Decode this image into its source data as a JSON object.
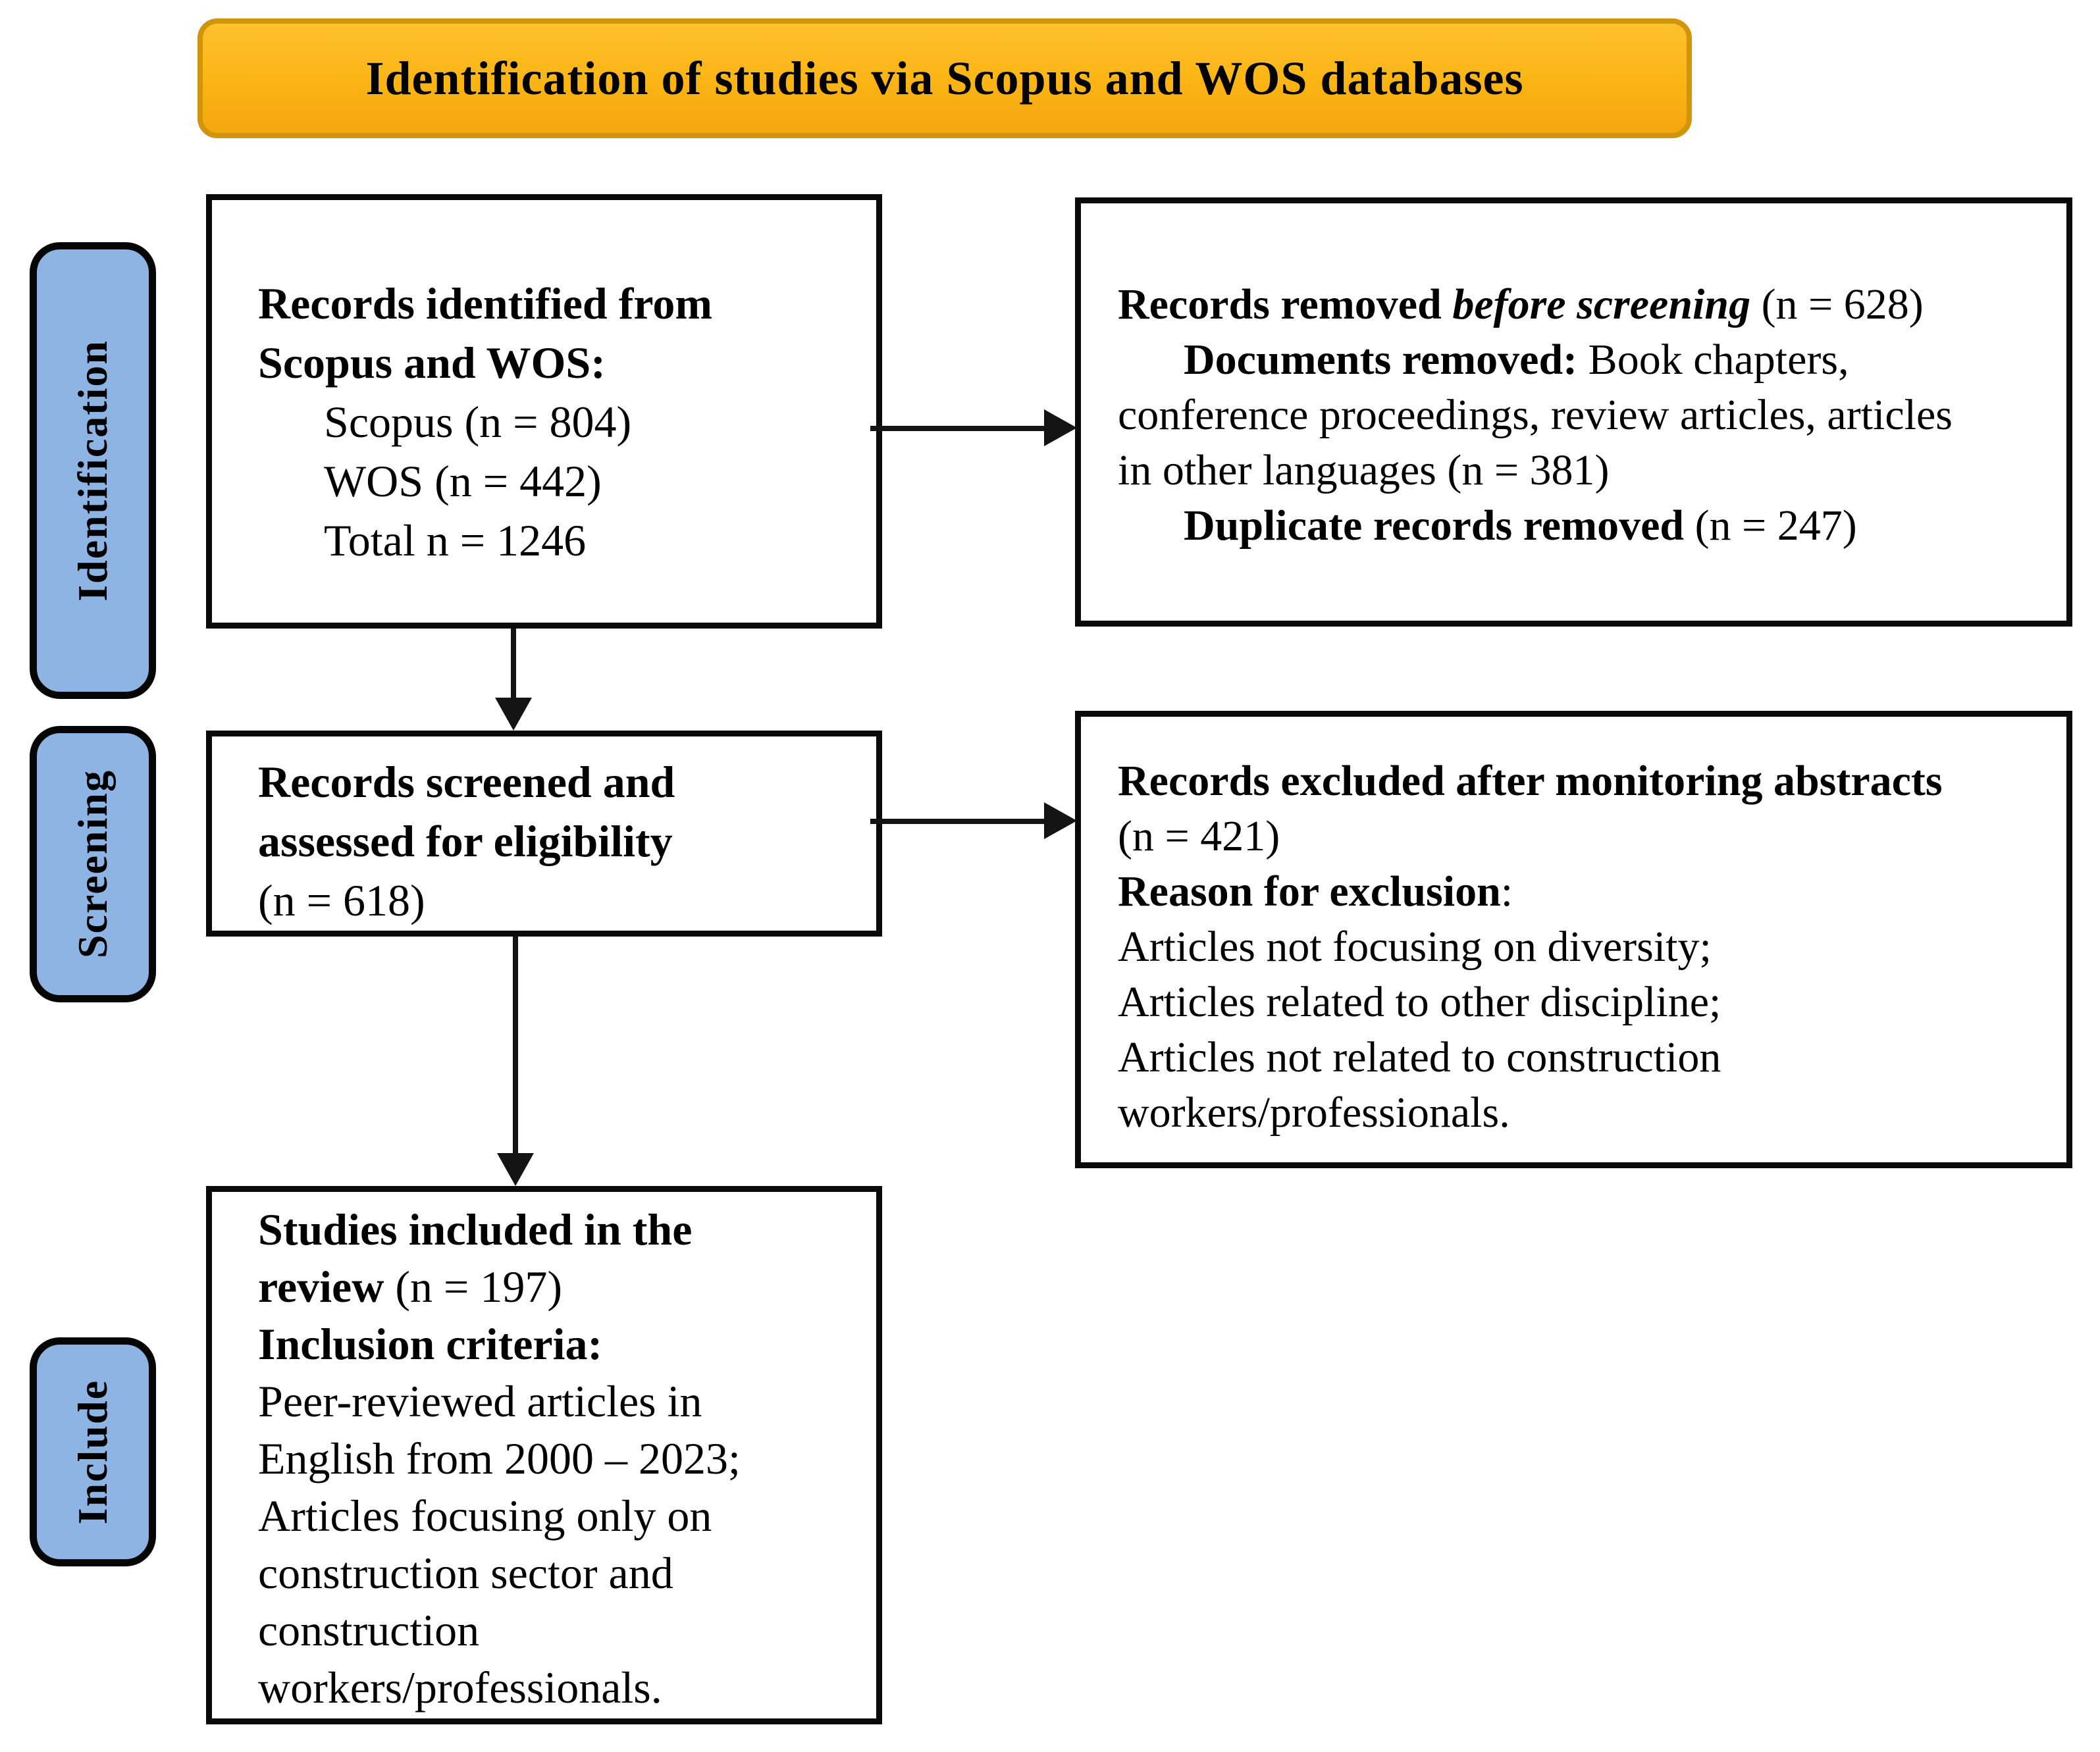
{
  "header": {
    "title": "Identification of studies via Scopus and WOS databases"
  },
  "sidebar": {
    "stages": [
      {
        "label": "Identification"
      },
      {
        "label": "Screening"
      },
      {
        "label": "Include"
      }
    ]
  },
  "colors": {
    "banner_fill": "#FBB414",
    "banner_border": "#D0950A",
    "stage_fill": "#8DB4E2",
    "box_border": "#0A0A0A",
    "arrow": "#141414",
    "background": "#FFFFFF"
  },
  "boxes": {
    "identified": {
      "lines": [
        {
          "seg": [
            {
              "t": "Records identified from",
              "b": true
            }
          ]
        },
        {
          "seg": [
            {
              "t": "Scopus and WOS:",
              "b": true
            }
          ]
        },
        {
          "indent": true,
          "seg": [
            {
              "t": "Scopus (n = 804)"
            }
          ]
        },
        {
          "indent": true,
          "seg": [
            {
              "t": "WOS (n = 442)"
            }
          ]
        },
        {
          "indent": true,
          "seg": [
            {
              "t": "Total n = 1246"
            }
          ]
        }
      ]
    },
    "removed": {
      "lines": [
        {
          "seg": [
            {
              "t": "Records removed ",
              "b": true
            },
            {
              "t": "before screening",
              "b": true,
              "i": true
            },
            {
              "t": " (n = 628)"
            }
          ]
        },
        {
          "indent": true,
          "seg": [
            {
              "t": "Documents removed:",
              "b": true
            },
            {
              "t": " Book chapters,"
            }
          ]
        },
        {
          "seg": [
            {
              "t": "conference proceedings, review articles, articles"
            }
          ]
        },
        {
          "seg": [
            {
              "t": "in other languages (n = 381)"
            }
          ]
        },
        {
          "indent": true,
          "seg": [
            {
              "t": "Duplicate records removed",
              "b": true
            },
            {
              "t": " (n = 247)"
            }
          ]
        }
      ]
    },
    "screened": {
      "lines": [
        {
          "seg": [
            {
              "t": "Records screened and",
              "b": true
            }
          ]
        },
        {
          "seg": [
            {
              "t": "assessed for eligibility",
              "b": true
            }
          ]
        },
        {
          "seg": [
            {
              "t": "(n = 618)"
            }
          ]
        }
      ]
    },
    "excluded": {
      "lines": [
        {
          "seg": [
            {
              "t": "Records excluded after monitoring abstracts",
              "b": true
            }
          ]
        },
        {
          "seg": [
            {
              "t": "(n = 421)"
            }
          ]
        },
        {
          "seg": [
            {
              "t": "Reason for exclusion",
              "b": true
            },
            {
              "t": ":"
            }
          ]
        },
        {
          "seg": [
            {
              "t": "Articles not focusing on diversity;"
            }
          ]
        },
        {
          "seg": [
            {
              "t": "Articles related to other discipline;"
            }
          ]
        },
        {
          "seg": [
            {
              "t": "Articles not related to construction"
            }
          ]
        },
        {
          "seg": [
            {
              "t": "workers/professionals."
            }
          ]
        }
      ]
    },
    "included": {
      "lines": [
        {
          "seg": [
            {
              "t": "Studies included in the",
              "b": true
            }
          ]
        },
        {
          "seg": [
            {
              "t": "review",
              "b": true
            },
            {
              "t": " (n = 197)"
            }
          ]
        },
        {
          "seg": [
            {
              "t": "Inclusion criteria:",
              "b": true
            }
          ]
        },
        {
          "seg": [
            {
              "t": "Peer-reviewed articles in"
            }
          ]
        },
        {
          "seg": [
            {
              "t": "English from 2000 – 2023;"
            }
          ]
        },
        {
          "seg": [
            {
              "t": "Articles focusing only on"
            }
          ]
        },
        {
          "seg": [
            {
              "t": "construction sector and"
            }
          ]
        },
        {
          "seg": [
            {
              "t": "construction"
            }
          ]
        },
        {
          "seg": [
            {
              "t": "workers/professionals."
            }
          ]
        }
      ]
    }
  }
}
